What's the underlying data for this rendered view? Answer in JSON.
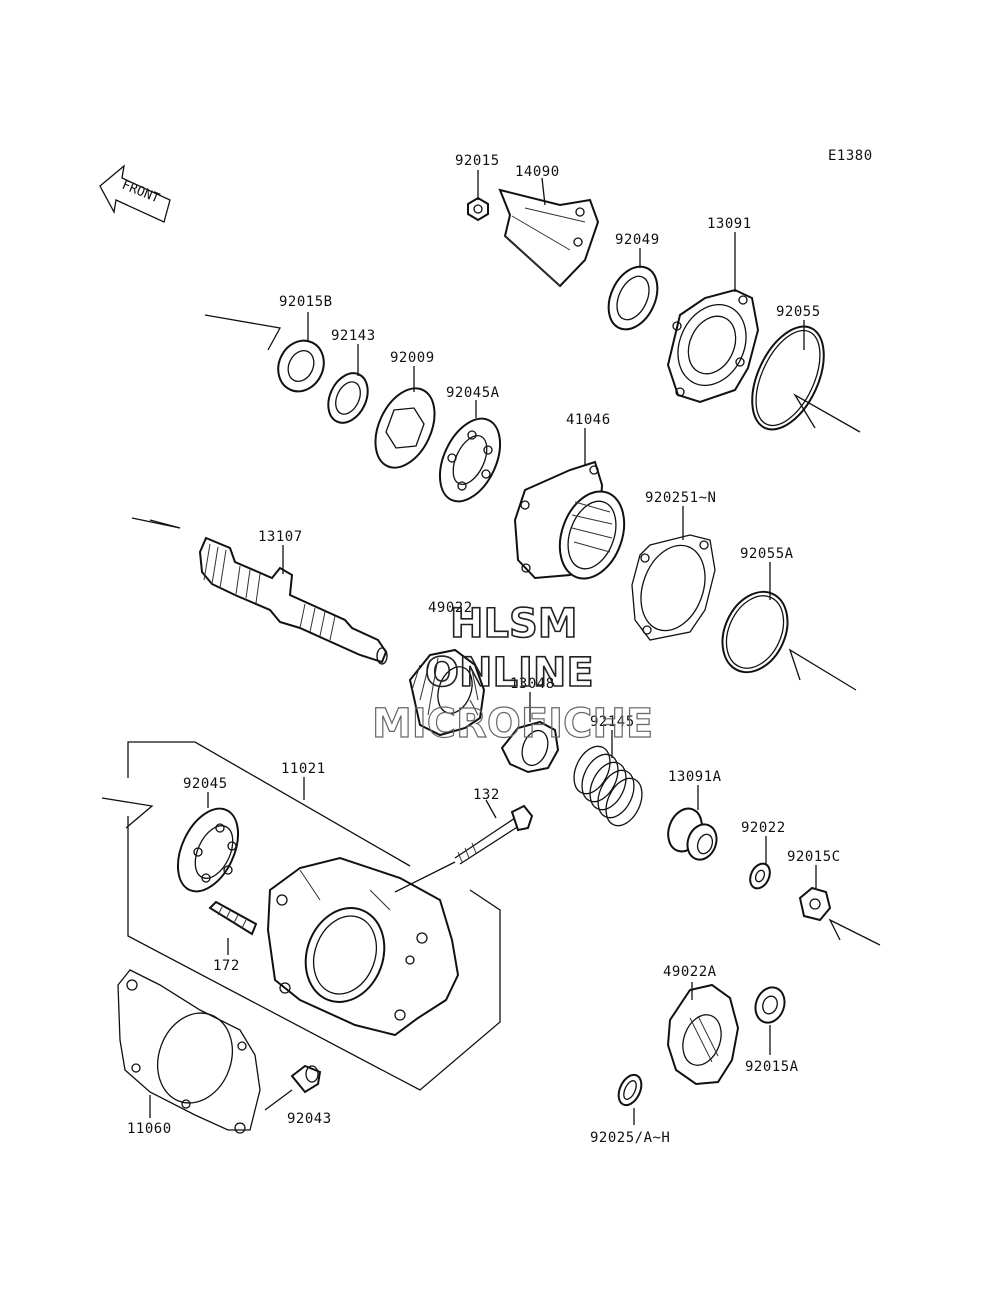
{
  "diagram_code": "E1380",
  "front_arrow": {
    "text": "FRONT",
    "icon": "front-arrow-icon"
  },
  "watermark": {
    "line1": "HLSM",
    "line2": "ONLINE",
    "line3": "MICROFICHE"
  },
  "labels": {
    "p92015": "92015",
    "p14090": "14090",
    "p92049": "92049",
    "p13091": "13091",
    "p92055": "92055",
    "p92015B": "92015B",
    "p92143": "92143",
    "p92009": "92009",
    "p92045A": "92045A",
    "p41046": "41046",
    "p92025IN": "920251~N",
    "p92055A": "92055A",
    "p13107": "13107",
    "p49022": "49022",
    "p13048": "13048",
    "p92145": "92145",
    "p13091A": "13091A",
    "p92022": "92022",
    "p92015C": "92015C",
    "p11021": "11021",
    "p132": "132",
    "p92045": "92045",
    "p172": "172",
    "p49022A": "49022A",
    "p92015A": "92015A",
    "p11060": "11060",
    "p92043": "92043",
    "p92025AH": "92025/A~H"
  }
}
